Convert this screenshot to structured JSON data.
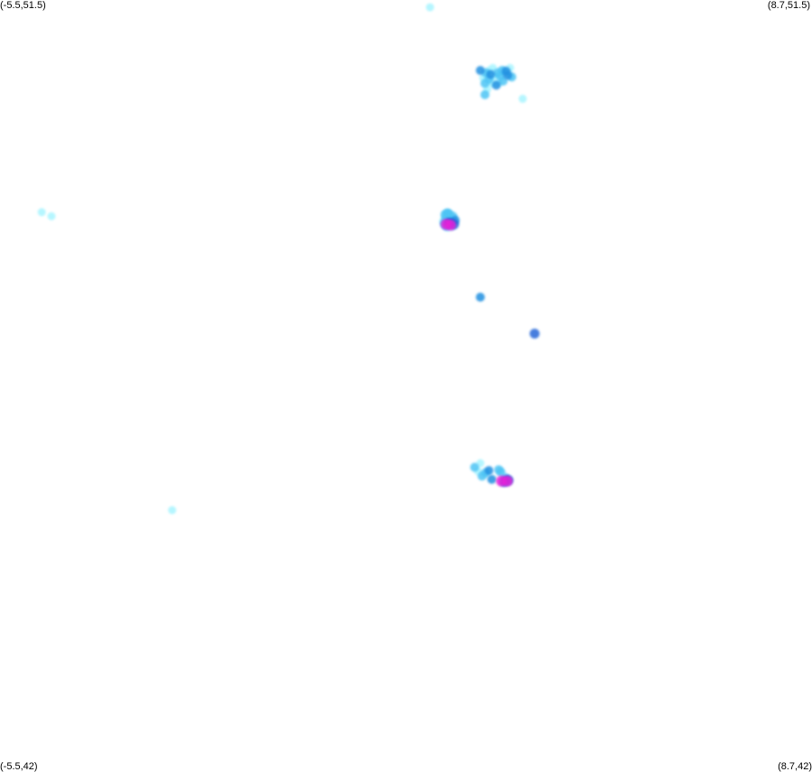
{
  "corners": {
    "top_left": "(-5.5,51.5)",
    "top_right": "(8.7,51.5)",
    "bottom_left": "(-5.5,42)",
    "bottom_right": "(8.7,42)"
  },
  "bounds": {
    "lon_min": -5.5,
    "lon_max": 8.7,
    "lat_min": 42,
    "lat_max": 51.5
  },
  "colors": {
    "background": "#ffffff",
    "low": "#a8f4ff",
    "mid": "#4cc4f4",
    "high": "#1e8fe0",
    "deep": "#1a5fd6",
    "peak": "#e61fd8"
  },
  "points": [
    {
      "lon": 2.02,
      "lat": 51.41,
      "level": "low"
    },
    {
      "lon": 3.64,
      "lat": 50.28,
      "level": "low"
    },
    {
      "lon": -4.77,
      "lat": 48.88,
      "level": "low"
    },
    {
      "lon": -4.6,
      "lat": 48.83,
      "level": "low"
    },
    {
      "lon": -2.49,
      "lat": 45.2,
      "level": "low"
    },
    {
      "lon": 2.35,
      "lat": 48.86,
      "level": "mid"
    },
    {
      "lon": 2.3,
      "lat": 48.8,
      "level": "mid"
    },
    {
      "lon": 2.32,
      "lat": 48.87,
      "level": "mid"
    },
    {
      "lon": 2.42,
      "lat": 48.83,
      "level": "mid"
    },
    {
      "lon": 2.28,
      "lat": 48.85,
      "level": "mid"
    },
    {
      "lon": 2.38,
      "lat": 48.79,
      "level": "low"
    },
    {
      "lon": 2.25,
      "lat": 48.77,
      "level": "low"
    },
    {
      "lon": 2.46,
      "lat": 48.78,
      "level": "high"
    },
    {
      "lon": 2.35,
      "lat": 48.74,
      "level": "high"
    },
    {
      "lon": 2.27,
      "lat": 48.74,
      "level": "mid"
    },
    {
      "lon": 2.3,
      "lat": 48.71,
      "level": "mid"
    },
    {
      "lon": 2.4,
      "lat": 48.7,
      "level": "low"
    },
    {
      "lon": 2.33,
      "lat": 48.69,
      "level": "low"
    },
    {
      "lon": 2.44,
      "lat": 48.73,
      "level": "deep"
    },
    {
      "lon": 2.3,
      "lat": 48.73,
      "level": "peak"
    },
    {
      "lon": 2.38,
      "lat": 48.72,
      "level": "peak"
    },
    {
      "lon": 2.36,
      "lat": 48.75,
      "level": "deep"
    },
    {
      "lon": 3.06,
      "lat": 50.63,
      "level": "low"
    },
    {
      "lon": 2.9,
      "lat": 50.63,
      "level": "high"
    },
    {
      "lon": 3.0,
      "lat": 50.6,
      "level": "mid"
    },
    {
      "lon": 3.12,
      "lat": 50.66,
      "level": "low"
    },
    {
      "lon": 3.2,
      "lat": 50.6,
      "level": "mid"
    },
    {
      "lon": 3.28,
      "lat": 50.63,
      "level": "mid"
    },
    {
      "lon": 3.35,
      "lat": 50.62,
      "level": "high"
    },
    {
      "lon": 3.42,
      "lat": 50.66,
      "level": "low"
    },
    {
      "lon": 3.38,
      "lat": 50.57,
      "level": "high"
    },
    {
      "lon": 3.25,
      "lat": 50.56,
      "level": "mid"
    },
    {
      "lon": 3.15,
      "lat": 50.55,
      "level": "low"
    },
    {
      "lon": 3.05,
      "lat": 50.52,
      "level": "mid"
    },
    {
      "lon": 2.95,
      "lat": 50.54,
      "level": "low"
    },
    {
      "lon": 2.98,
      "lat": 50.47,
      "level": "mid"
    },
    {
      "lon": 3.1,
      "lat": 50.47,
      "level": "low"
    },
    {
      "lon": 3.22,
      "lat": 50.48,
      "level": "low"
    },
    {
      "lon": 3.3,
      "lat": 50.5,
      "level": "mid"
    },
    {
      "lon": 3.18,
      "lat": 50.45,
      "level": "high"
    },
    {
      "lon": 3.02,
      "lat": 50.4,
      "level": "low"
    },
    {
      "lon": 2.98,
      "lat": 50.33,
      "level": "mid"
    },
    {
      "lon": 3.45,
      "lat": 50.55,
      "level": "mid"
    },
    {
      "lon": 3.08,
      "lat": 50.58,
      "level": "high"
    },
    {
      "lon": 2.9,
      "lat": 47.83,
      "level": "high"
    },
    {
      "lon": 3.85,
      "lat": 47.38,
      "level": "deep"
    },
    {
      "lon": 2.9,
      "lat": 45.78,
      "level": "low"
    },
    {
      "lon": 2.86,
      "lat": 45.68,
      "level": "low"
    },
    {
      "lon": 2.8,
      "lat": 45.73,
      "level": "mid"
    },
    {
      "lon": 2.93,
      "lat": 45.62,
      "level": "mid"
    },
    {
      "lon": 3.05,
      "lat": 45.69,
      "level": "high"
    },
    {
      "lon": 2.99,
      "lat": 45.66,
      "level": "mid"
    },
    {
      "lon": 3.22,
      "lat": 45.7,
      "level": "mid"
    },
    {
      "lon": 3.26,
      "lat": 45.67,
      "level": "mid"
    },
    {
      "lon": 3.1,
      "lat": 45.58,
      "level": "high"
    },
    {
      "lon": 3.34,
      "lat": 45.6,
      "level": "mid"
    },
    {
      "lon": 3.39,
      "lat": 45.57,
      "level": "deep"
    },
    {
      "lon": 3.32,
      "lat": 45.55,
      "level": "deep"
    },
    {
      "lon": 3.27,
      "lat": 45.56,
      "level": "peak"
    },
    {
      "lon": 3.37,
      "lat": 45.56,
      "level": "peak"
    }
  ]
}
